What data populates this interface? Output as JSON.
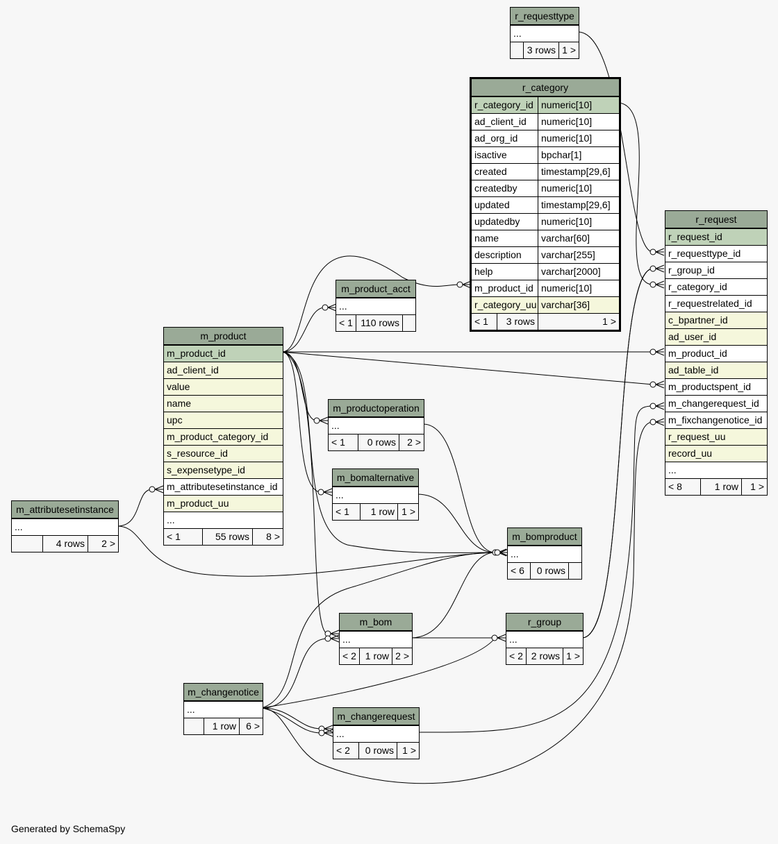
{
  "generated_by": "Generated by SchemaSpy",
  "tables": {
    "r_requesttype": {
      "name": "r_requesttype",
      "columns": [
        {
          "name": "...",
          "kind": "ell"
        }
      ],
      "footer": {
        "left": "",
        "rows": "3 rows",
        "right": "1 >"
      }
    },
    "r_category": {
      "name": "r_category",
      "columns": [
        {
          "name": "r_category_id",
          "type": "numeric[10]",
          "kind": "pk"
        },
        {
          "name": "ad_client_id",
          "type": "numeric[10]",
          "kind": "fk"
        },
        {
          "name": "ad_org_id",
          "type": "numeric[10]",
          "kind": "fk"
        },
        {
          "name": "isactive",
          "type": "bpchar[1]",
          "kind": "fk"
        },
        {
          "name": "created",
          "type": "timestamp[29,6]",
          "kind": "fk"
        },
        {
          "name": "createdby",
          "type": "numeric[10]",
          "kind": "fk"
        },
        {
          "name": "updated",
          "type": "timestamp[29,6]",
          "kind": "fk"
        },
        {
          "name": "updatedby",
          "type": "numeric[10]",
          "kind": "fk"
        },
        {
          "name": "name",
          "type": "varchar[60]",
          "kind": "fk"
        },
        {
          "name": "description",
          "type": "varchar[255]",
          "kind": "fk"
        },
        {
          "name": "help",
          "type": "varchar[2000]",
          "kind": "fk"
        },
        {
          "name": "m_product_id",
          "type": "numeric[10]",
          "kind": "fk"
        },
        {
          "name": "r_category_uu",
          "type": "varchar[36]",
          "kind": "idx"
        }
      ],
      "footer": {
        "left": "< 1",
        "rows": "3 rows",
        "right": "1 >"
      }
    },
    "m_product_acct": {
      "name": "m_product_acct",
      "columns": [
        {
          "name": "...",
          "kind": "ell"
        }
      ],
      "footer": {
        "left": "< 1",
        "rows": "110 rows",
        "right": ""
      }
    },
    "m_product": {
      "name": "m_product",
      "columns": [
        {
          "name": "m_product_id",
          "kind": "pk"
        },
        {
          "name": "ad_client_id",
          "kind": "idx"
        },
        {
          "name": "value",
          "kind": "idx"
        },
        {
          "name": "name",
          "kind": "idx"
        },
        {
          "name": "upc",
          "kind": "idx"
        },
        {
          "name": "m_product_category_id",
          "kind": "idx"
        },
        {
          "name": "s_resource_id",
          "kind": "idx"
        },
        {
          "name": "s_expensetype_id",
          "kind": "idx"
        },
        {
          "name": "m_attributesetinstance_id",
          "kind": "fk"
        },
        {
          "name": "m_product_uu",
          "kind": "idx"
        },
        {
          "name": "...",
          "kind": "ell"
        }
      ],
      "footer": {
        "left": "< 1",
        "rows": "55 rows",
        "right": "8 >"
      }
    },
    "r_request": {
      "name": "r_request",
      "columns": [
        {
          "name": "r_request_id",
          "kind": "pk"
        },
        {
          "name": "r_requesttype_id",
          "kind": "fk"
        },
        {
          "name": "r_group_id",
          "kind": "fk"
        },
        {
          "name": "r_category_id",
          "kind": "fk"
        },
        {
          "name": "r_requestrelated_id",
          "kind": "fk"
        },
        {
          "name": "c_bpartner_id",
          "kind": "idx"
        },
        {
          "name": "ad_user_id",
          "kind": "idx"
        },
        {
          "name": "m_product_id",
          "kind": "fk"
        },
        {
          "name": "ad_table_id",
          "kind": "idx"
        },
        {
          "name": "m_productspent_id",
          "kind": "fk"
        },
        {
          "name": "m_changerequest_id",
          "kind": "fk"
        },
        {
          "name": "m_fixchangenotice_id",
          "kind": "fk"
        },
        {
          "name": "r_request_uu",
          "kind": "idx"
        },
        {
          "name": "record_uu",
          "kind": "idx"
        },
        {
          "name": "...",
          "kind": "ell"
        }
      ],
      "footer": {
        "left": "< 8",
        "rows": "1 row",
        "right": "1 >"
      }
    },
    "m_productoperation": {
      "name": "m_productoperation",
      "columns": [
        {
          "name": "...",
          "kind": "ell"
        }
      ],
      "footer": {
        "left": "< 1",
        "rows": "0 rows",
        "right": "2 >"
      }
    },
    "m_bomalternative": {
      "name": "m_bomalternative",
      "columns": [
        {
          "name": "...",
          "kind": "ell"
        }
      ],
      "footer": {
        "left": "< 1",
        "rows": "1 row",
        "right": "1 >"
      }
    },
    "m_attributesetinstance": {
      "name": "m_attributesetinstance",
      "columns": [
        {
          "name": "...",
          "kind": "ell"
        }
      ],
      "footer": {
        "left": "",
        "rows": "4 rows",
        "right": "2 >"
      }
    },
    "m_bomproduct": {
      "name": "m_bomproduct",
      "columns": [
        {
          "name": "...",
          "kind": "ell"
        }
      ],
      "footer": {
        "left": "< 6",
        "rows": "0 rows",
        "right": ""
      }
    },
    "m_bom": {
      "name": "m_bom",
      "columns": [
        {
          "name": "...",
          "kind": "ell"
        }
      ],
      "footer": {
        "left": "< 2",
        "rows": "1 row",
        "right": "2 >"
      }
    },
    "r_group": {
      "name": "r_group",
      "columns": [
        {
          "name": "...",
          "kind": "ell"
        }
      ],
      "footer": {
        "left": "< 2",
        "rows": "2 rows",
        "right": "1 >"
      }
    },
    "m_changenotice": {
      "name": "m_changenotice",
      "columns": [
        {
          "name": "...",
          "kind": "ell"
        }
      ],
      "footer": {
        "left": "",
        "rows": "1 row",
        "right": "6 >"
      }
    },
    "m_changerequest": {
      "name": "m_changerequest",
      "columns": [
        {
          "name": "...",
          "kind": "ell"
        }
      ],
      "footer": {
        "left": "< 2",
        "rows": "0 rows",
        "right": "1 >"
      }
    }
  }
}
